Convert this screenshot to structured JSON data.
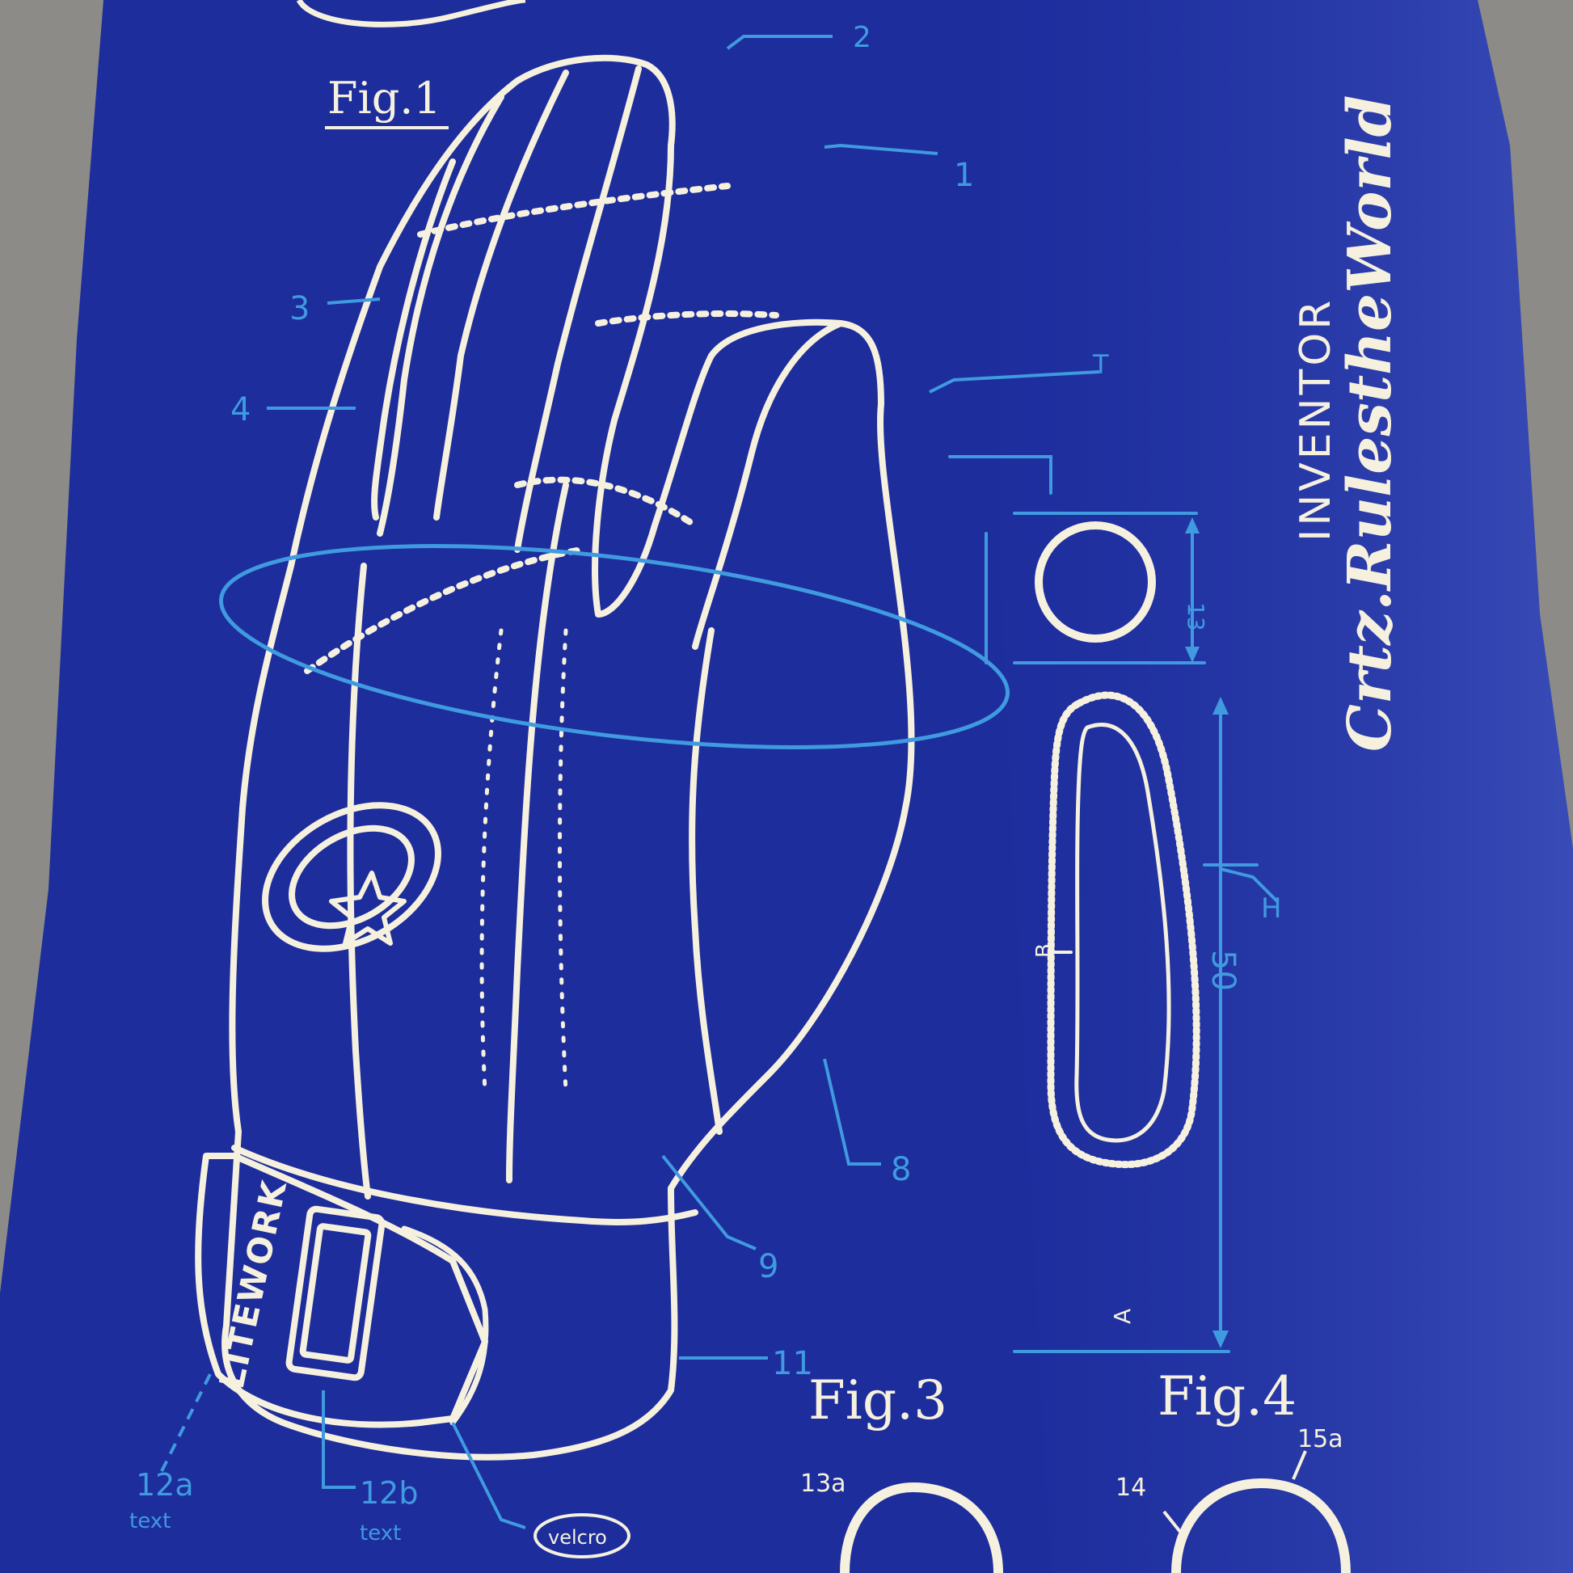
{
  "poster": {
    "background": "#1d2d9c",
    "line_color": "#f6f1de",
    "annotation_color": "#3f9ae0",
    "surface": "#8c8b87"
  },
  "figure_labels": {
    "fig1": "Fig.1",
    "fig3": "Fig.3",
    "fig4": "Fig.4"
  },
  "callouts": {
    "c1": "1",
    "c2": "2",
    "c3": "3",
    "c4": "4",
    "cT": "T",
    "cH": "H",
    "c8": "8",
    "c9": "9",
    "c11": "11",
    "c12a": "12a",
    "c12a_sub": "text",
    "c12b": "12b",
    "c12b_sub": "text",
    "c13a": "13a",
    "c14": "14",
    "c15a": "15a",
    "dim_top": "13",
    "dim_side": "50",
    "pointA": "A",
    "pointB": "B"
  },
  "brand_mark": "LITEWORK",
  "velcro_label": "velcro",
  "inventor": {
    "heading": "INVENTOR",
    "signature": "Crtz.RulestheWorld"
  }
}
